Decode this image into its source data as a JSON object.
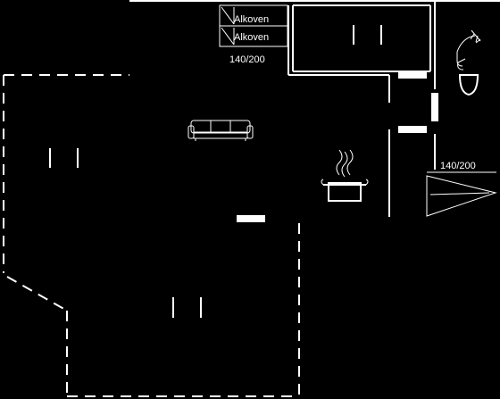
{
  "labels": {
    "alcove_1": "Alkoven",
    "alcove_2": "Alkoven",
    "dim_top": "140/200",
    "dim_right": "140/200"
  },
  "icons": {
    "sofa": "sofa-icon",
    "pot": "cooking-pot-icon",
    "shower": "shower-icon"
  }
}
